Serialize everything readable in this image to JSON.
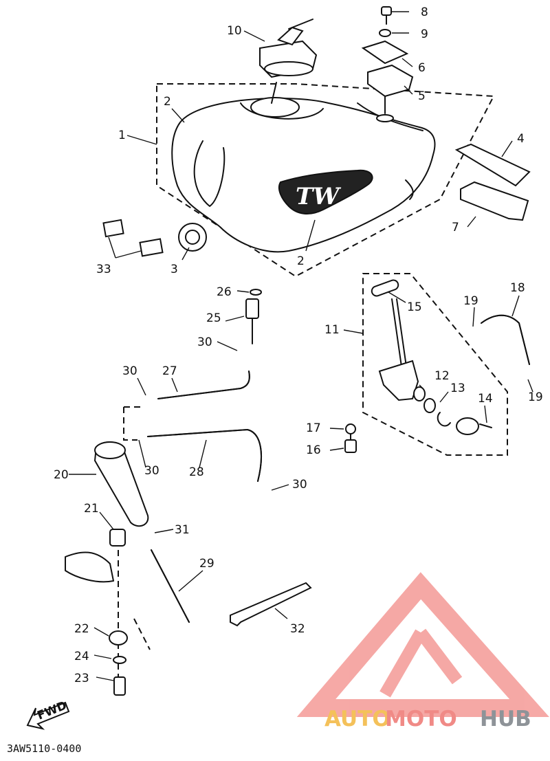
{
  "diagram": {
    "drawing_code": "3AW5110-0400",
    "emblem_text": "TW",
    "direction_text": "FWD",
    "callouts": [
      "1",
      "2",
      "2",
      "3",
      "4",
      "5",
      "6",
      "7",
      "8",
      "9",
      "10",
      "11",
      "12",
      "13",
      "14",
      "15",
      "16",
      "17",
      "18",
      "19",
      "19",
      "20",
      "21",
      "22",
      "23",
      "24",
      "25",
      "26",
      "27",
      "28",
      "29",
      "30",
      "30",
      "30",
      "30",
      "31",
      "32",
      "33"
    ]
  },
  "watermark": {
    "part1": "AUTO",
    "part2": "MOTO",
    "part3": "HUB",
    "colors": {
      "auto": "#f4c15a",
      "moto": "#f08a86",
      "hub": "#8e9398",
      "logo": "#f49a96"
    }
  }
}
